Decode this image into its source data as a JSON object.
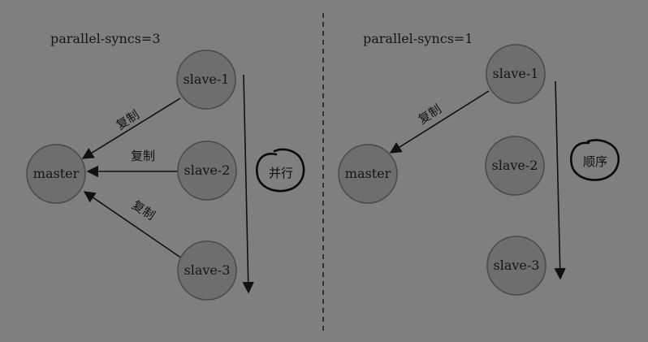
{
  "left": {
    "title": "parallel-syncs=3",
    "master": "master",
    "slaves": [
      "slave-1",
      "slave-2",
      "slave-3"
    ],
    "edge_labels": [
      "复制",
      "复制",
      "复制"
    ],
    "annotation": "并行"
  },
  "right": {
    "title": "parallel-syncs=1",
    "master": "master",
    "slaves": [
      "slave-1",
      "slave-2",
      "slave-3"
    ],
    "edge_label": "复制",
    "annotation": "顺序"
  }
}
